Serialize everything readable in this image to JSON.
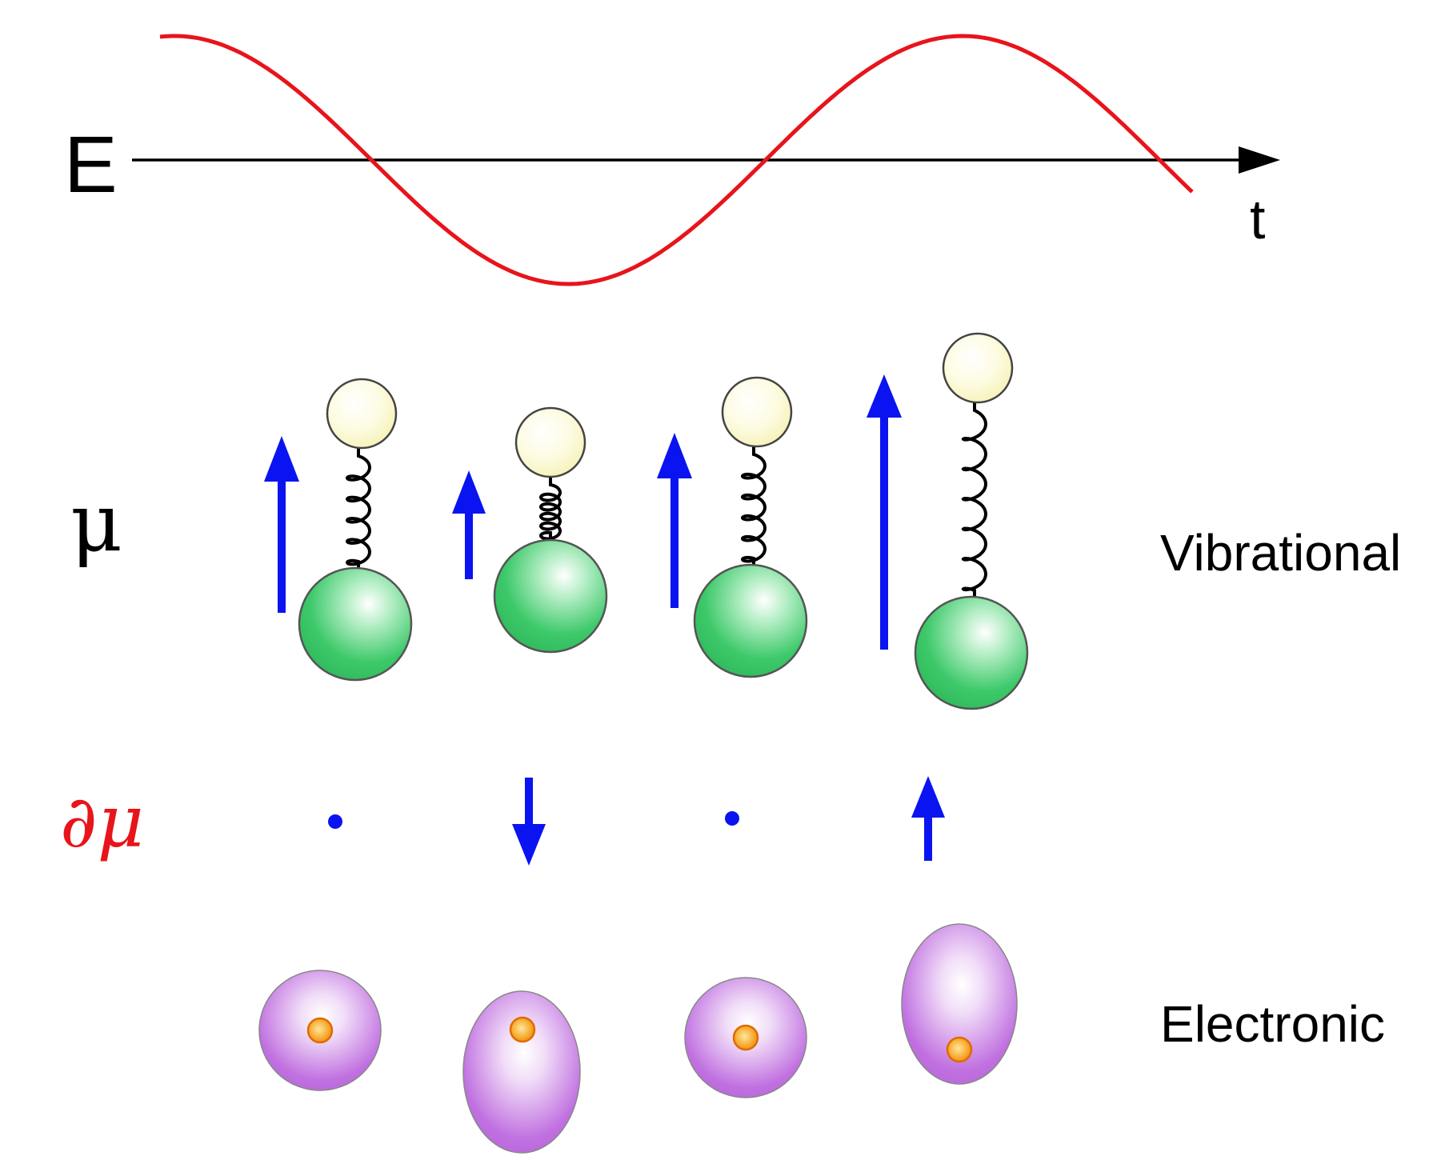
{
  "labels": {
    "field_axis": "E",
    "time_axis": "t",
    "dipole": "μ",
    "dipole_derivative": "∂μ",
    "vibrational": "Vibrational",
    "electronic": "Electronic"
  },
  "colors": {
    "field_wave": "#e8141b",
    "arrows": "#0a14f0",
    "light_atom": "#fbf7c8",
    "heavy_atom": "#3dc96a",
    "electron_cloud": "#c070e0",
    "nucleus": "#f5a020",
    "spring": "#000000",
    "derivative_label": "#e8141b"
  },
  "phases": [
    {
      "dipole": "medium",
      "bond": "equilibrium",
      "derivative": "zero",
      "cloud": "nucleus-centered"
    },
    {
      "dipole": "short",
      "bond": "compressed",
      "derivative": "down",
      "cloud": "elongated-downward"
    },
    {
      "dipole": "medium",
      "bond": "equilibrium",
      "derivative": "zero",
      "cloud": "nucleus-centered"
    },
    {
      "dipole": "long",
      "bond": "stretched",
      "derivative": "up",
      "cloud": "elongated-upward"
    }
  ]
}
